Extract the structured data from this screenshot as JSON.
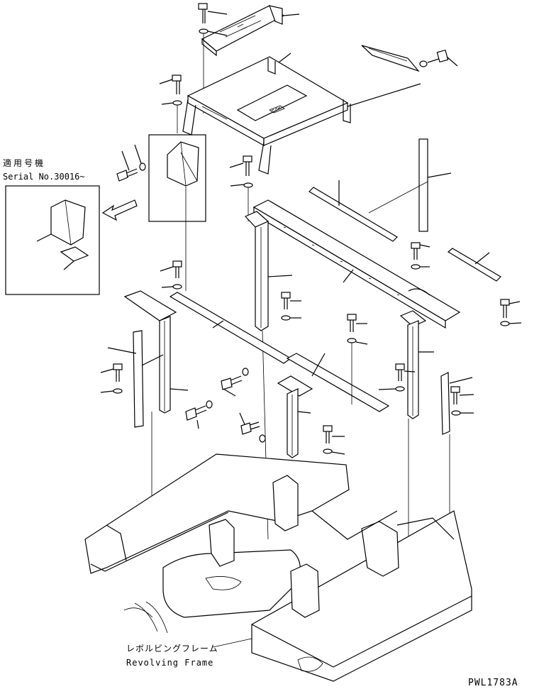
{
  "labels": {
    "serial_jp": "適用号機",
    "serial_no": "Serial No.30016~",
    "frame_jp": "レボルビングフレーム",
    "frame_en": "Revolving Frame",
    "drawing_id": "PWL1783A"
  },
  "colors": {
    "ink": "#000000",
    "paper": "#ffffff"
  },
  "icons": [
    "bolt-icon",
    "washer-icon",
    "arrow-icon"
  ]
}
